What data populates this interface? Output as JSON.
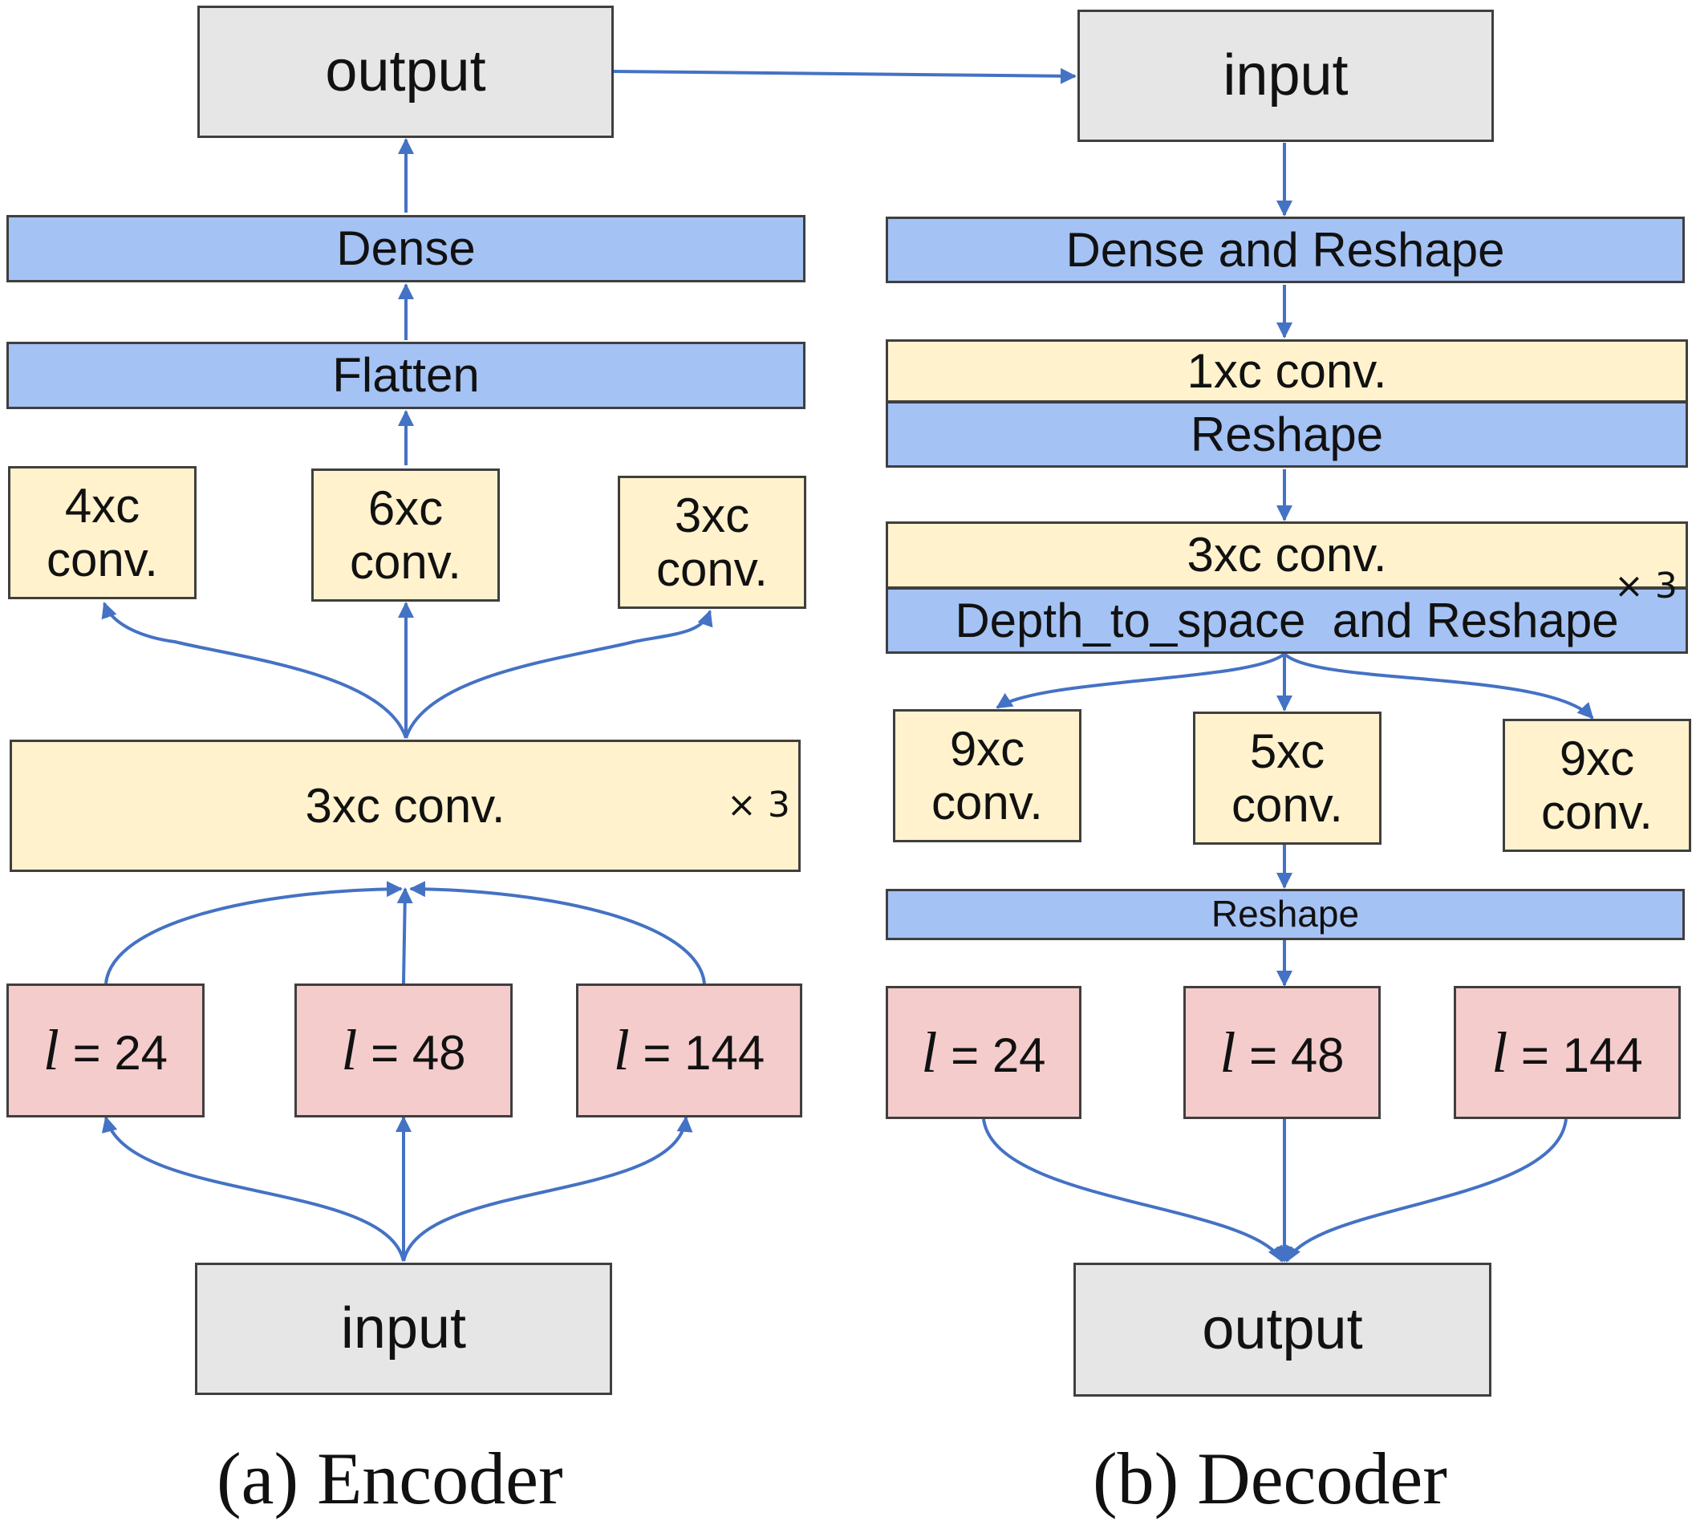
{
  "encoder": {
    "output": "output",
    "dense": "Dense",
    "flatten": "Flatten",
    "branch_left": {
      "line1": "4xc",
      "line2": "conv."
    },
    "branch_mid": {
      "line1": "6xc",
      "line2": "conv."
    },
    "branch_right": {
      "line1": "3xc",
      "line2": "conv."
    },
    "conv_block": "3xc conv.",
    "repeat": "× 3",
    "scale_1": {
      "var": "l",
      "eq": " = 24"
    },
    "scale_2": {
      "var": "l",
      "eq": " = 48"
    },
    "scale_3": {
      "var": "l",
      "eq": " = 144"
    },
    "input": "input",
    "caption": "(a) Encoder"
  },
  "decoder": {
    "input": "input",
    "dense_reshape": "Dense and Reshape",
    "conv1": "1xc conv.",
    "reshape1": "Reshape",
    "conv3": "3xc conv.",
    "depth_to_space": "Depth_to_space  and Reshape",
    "repeat": "× 3",
    "branch_left": {
      "line1": "9xc",
      "line2": "conv."
    },
    "branch_mid": {
      "line1": "5xc",
      "line2": "conv."
    },
    "branch_right": {
      "line1": "9xc",
      "line2": "conv."
    },
    "reshape2": "Reshape",
    "scale_1": {
      "var": "l",
      "eq": " = 24"
    },
    "scale_2": {
      "var": "l",
      "eq": " = 48"
    },
    "scale_3": {
      "var": "l",
      "eq": " = 144"
    },
    "output": "output",
    "caption": "(b) Decoder"
  },
  "colors": {
    "arrow": "#4472c4",
    "gray": "#e6e6e6",
    "blue": "#a4c2f4",
    "yellow": "#fff2cc",
    "pink": "#f4cccc"
  }
}
